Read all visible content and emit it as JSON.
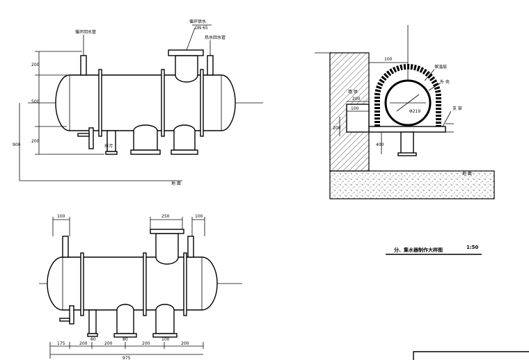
{
  "labels": {
    "top_pipe_left": "循环回水管",
    "top_pipe_mid": "循环供水",
    "top_pipe_mid_sub": "DN 65",
    "top_pipe_right": "热水回水管",
    "bottom_drain": "排污",
    "floor_label": "地 面",
    "dim_h1": "200",
    "dim_h2": "500",
    "dim_h3": "200",
    "dim_total": "900",
    "detail_wall": "墙 体",
    "detail_insul": "保温层",
    "detail_shell": "外 壳",
    "detail_support": "支 架",
    "detail_100_a": "100",
    "detail_200": "200",
    "detail_100_b": "100",
    "detail_200_v": "200",
    "detail_400": "400",
    "detail_dia": "Φ219",
    "detail_ground": "地 面",
    "title": "分、集水器制作大样图",
    "scale": "1:50",
    "plan_top_100a": "100",
    "plan_top_250": "250",
    "plan_top_100b": "100",
    "plan_bot_dims": [
      "175",
      "200",
      "200",
      "200",
      "200"
    ],
    "plan_bot_total": "975",
    "plan_pipe_80a": "80",
    "plan_pipe_80b": "80",
    "plan_pipe_100": "100"
  }
}
